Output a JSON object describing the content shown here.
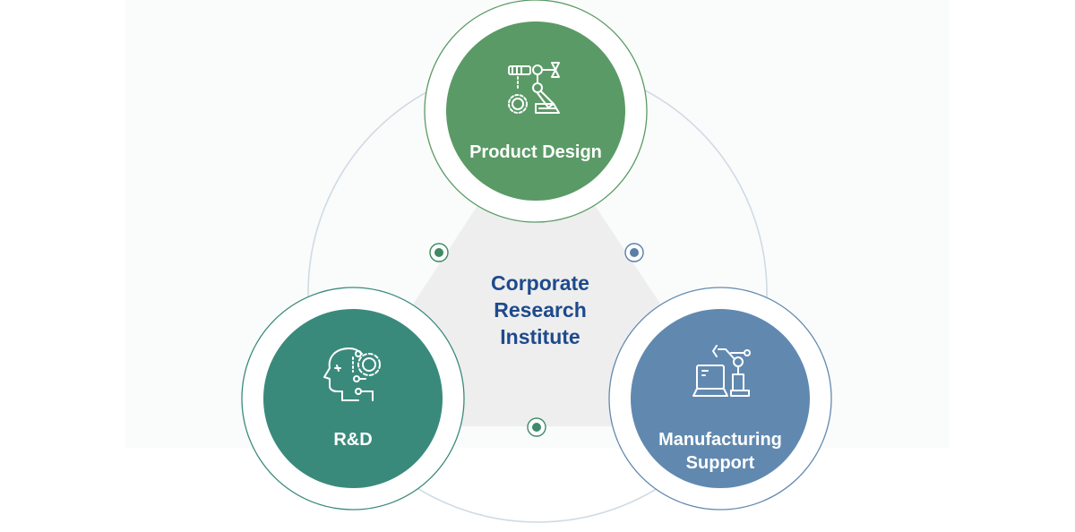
{
  "center": {
    "title": "Corporate Research Institute",
    "title_lines": [
      "Corporate",
      "Research",
      "Institute"
    ],
    "color": "#1e4a8c"
  },
  "nodes": [
    {
      "id": "product-design",
      "label": "Product Design",
      "icon": "robot-arm-gear-icon",
      "color": "#5a9a66"
    },
    {
      "id": "rnd",
      "label": "R&D",
      "icon": "head-gear-icon",
      "color": "#3a8a7c"
    },
    {
      "id": "manufacturing-support",
      "label": "Manufacturing Support",
      "label_lines": [
        "Manufacturing",
        "Support"
      ],
      "icon": "laptop-robot-arm-icon",
      "color": "#6189b0"
    }
  ],
  "connector_dots": [
    {
      "id": "left",
      "color": "#3f8a60"
    },
    {
      "id": "right",
      "color": "#5a7fa8"
    },
    {
      "id": "bottom",
      "color": "#3f8a6c"
    }
  ],
  "colors": {
    "triangle": "#eeeeee",
    "outer_ring": "#cfdbe4"
  }
}
